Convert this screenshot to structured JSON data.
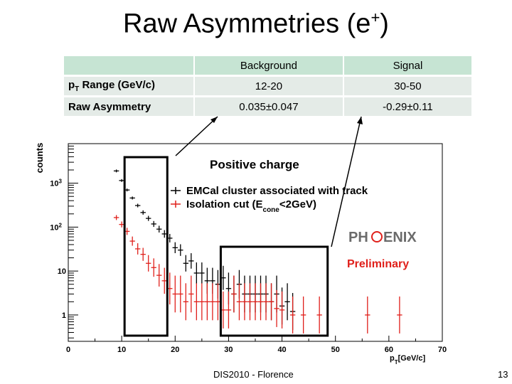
{
  "slide": {
    "title_main": "Raw Asymmetries (e",
    "title_sup": "+",
    "title_end": ")",
    "footer": "DIS2010 - Florence",
    "page_number": "13"
  },
  "table": {
    "headers": [
      "",
      "Background",
      "Signal"
    ],
    "rows": [
      {
        "label_main": "p",
        "label_sub": "T",
        "label_rest": " Range (GeV/c)",
        "background": "12-20",
        "signal": "30-50"
      },
      {
        "label_main": "Raw Asymmetry",
        "label_sub": "",
        "label_rest": "",
        "background": "0.035±0.047",
        "signal": "-0.29±0.11"
      }
    ]
  },
  "chart_data": {
    "type": "scatter",
    "title": "Positive charge",
    "ylabel": "counts",
    "xlabel_main": "p",
    "xlabel_sub": "T",
    "xlabel_rest": "[GeV/c]",
    "xlim": [
      0,
      70
    ],
    "ylim_log10": [
      -0.6,
      3.9
    ],
    "yscale": "log",
    "xticks": [
      0,
      10,
      20,
      30,
      40,
      50,
      60,
      70
    ],
    "yticks": [
      {
        "label": "1",
        "value": 1
      },
      {
        "label": "10",
        "value": 10
      },
      {
        "label": "10",
        "sup": "2",
        "value": 100
      },
      {
        "label": "10",
        "sup": "3",
        "value": 1000
      }
    ],
    "legend": [
      {
        "text": "EMCal cluster associated with track",
        "color": "#000000"
      },
      {
        "text_main": "Isolation cut (E",
        "text_sub": "cone",
        "text_rest": "<2GeV)",
        "color": "#e0201b"
      }
    ],
    "logo": {
      "part1": "PH",
      "part2": "ENIX",
      "color": "#6b6b6b"
    },
    "preliminary": {
      "text": "Preliminary",
      "color": "#e0201b"
    },
    "regions": [
      {
        "name": "Background",
        "xmin": 12,
        "xmax": 20
      },
      {
        "name": "Signal",
        "xmin": 30,
        "xmax": 50
      }
    ],
    "series": [
      {
        "color": "#000000",
        "points": [
          [
            9,
            1900
          ],
          [
            10,
            1150
          ],
          [
            11,
            700
          ],
          [
            12,
            460
          ],
          [
            13,
            310
          ],
          [
            14,
            215
          ],
          [
            15,
            158
          ],
          [
            16,
            118
          ],
          [
            17,
            90
          ],
          [
            18,
            70
          ],
          [
            19,
            56
          ],
          [
            20,
            34
          ],
          [
            21,
            30
          ],
          [
            22,
            15
          ],
          [
            23,
            17
          ],
          [
            24,
            9
          ],
          [
            25,
            9
          ],
          [
            26,
            6
          ],
          [
            27,
            6
          ],
          [
            28,
            5
          ],
          [
            29,
            7
          ],
          [
            30,
            4
          ],
          [
            31,
            3
          ],
          [
            32,
            5
          ],
          [
            33,
            3
          ],
          [
            34,
            3
          ],
          [
            35,
            3
          ],
          [
            36,
            3
          ],
          [
            37,
            3
          ],
          [
            38,
            2
          ],
          [
            39,
            3
          ],
          [
            40,
            1.6
          ],
          [
            41,
            2
          ],
          [
            42,
            1.2
          ]
        ]
      },
      {
        "color": "#e0201b",
        "points": [
          [
            9,
            165
          ],
          [
            10,
            115
          ],
          [
            11,
            80
          ],
          [
            12,
            48
          ],
          [
            13,
            32
          ],
          [
            14,
            24
          ],
          [
            15,
            15
          ],
          [
            16,
            12
          ],
          [
            17,
            8
          ],
          [
            18,
            6
          ],
          [
            19,
            4
          ],
          [
            20,
            3
          ],
          [
            21,
            3
          ],
          [
            22,
            2
          ],
          [
            23,
            3
          ],
          [
            24,
            2
          ],
          [
            25,
            2
          ],
          [
            26,
            2
          ],
          [
            27,
            2
          ],
          [
            28,
            2
          ],
          [
            29,
            1.3
          ],
          [
            30,
            1.3
          ],
          [
            31,
            3
          ],
          [
            32,
            2
          ],
          [
            33,
            2
          ],
          [
            34,
            2
          ],
          [
            35,
            2
          ],
          [
            36,
            2
          ],
          [
            37,
            2
          ],
          [
            38,
            2
          ],
          [
            39,
            1.4
          ],
          [
            40,
            1.3
          ],
          [
            42,
            1
          ],
          [
            44,
            1
          ],
          [
            47,
            1
          ],
          [
            56,
            1
          ],
          [
            62,
            1
          ]
        ]
      }
    ]
  }
}
